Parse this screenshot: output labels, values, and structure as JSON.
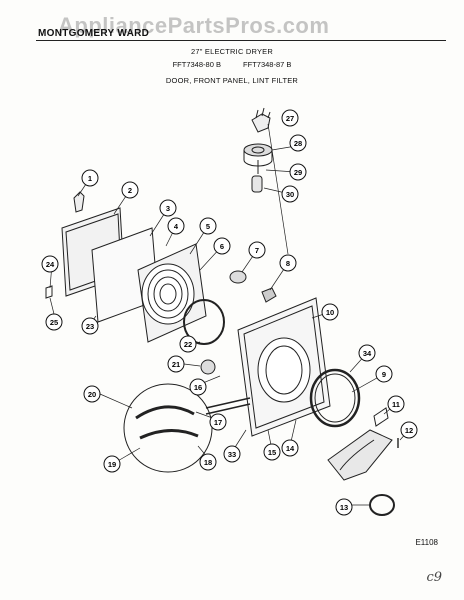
{
  "watermark": "AppliancePartsPros.com",
  "header": {
    "brand": "MONTGOMERY WARD",
    "title": "27\" ELECTRIC DRYER",
    "models": [
      "FFT7348-80 B",
      "FFT7348-87 B"
    ],
    "section": "DOOR, FRONT PANEL, LINT FILTER"
  },
  "callouts": [
    "1",
    "2",
    "3",
    "4",
    "5",
    "6",
    "7",
    "8",
    "9",
    "10",
    "11",
    "12",
    "13",
    "14",
    "15",
    "16",
    "17",
    "18",
    "19",
    "20",
    "21",
    "22",
    "23",
    "24",
    "25",
    "27",
    "28",
    "29",
    "30",
    "33",
    "34"
  ],
  "figure_code": "E1108",
  "handwritten_note": "c9"
}
